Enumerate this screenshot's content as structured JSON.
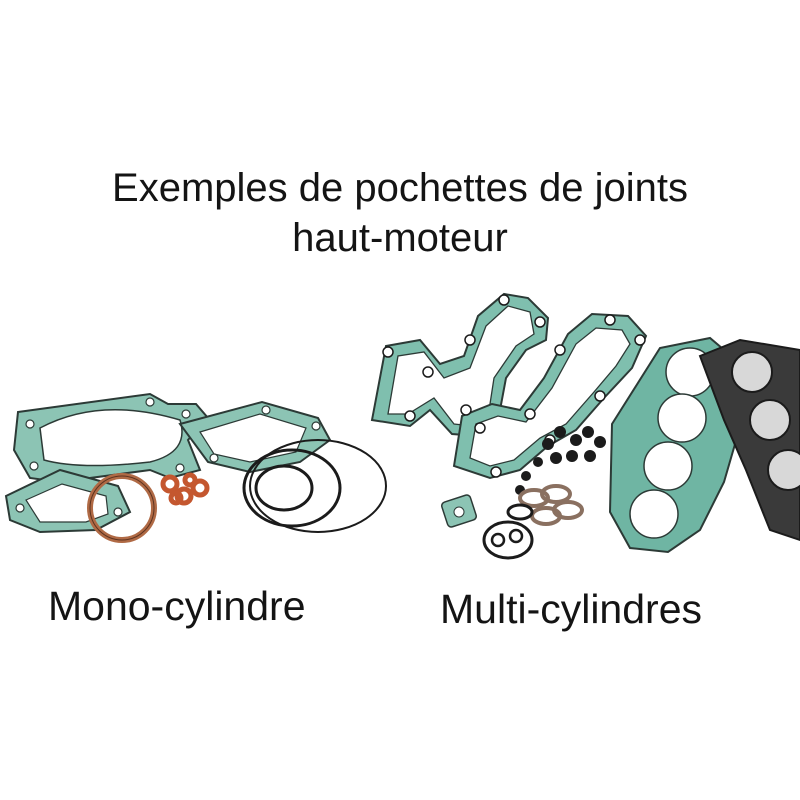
{
  "heading": {
    "line1": "Exemples de pochettes de joints",
    "line2": "haut-moteur"
  },
  "captions": {
    "mono": "Mono-cylindre",
    "multi": "Multi-cylindres"
  },
  "colors": {
    "gasket_green": "#6fb5a3",
    "gasket_edge": "#2c3a36",
    "copper": "#b06a45",
    "orange_seal": "#c4572f",
    "black_oring": "#1b1b1b",
    "head_gasket_dark": "#3a3a3a",
    "background": "#ffffff"
  }
}
